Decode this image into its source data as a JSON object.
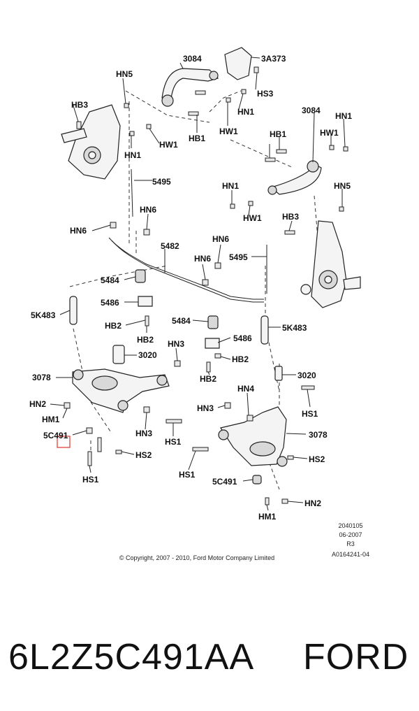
{
  "labels": {
    "p3084a": "3084",
    "p3a373": "3A373",
    "hn5a": "HN5",
    "hs3": "HS3",
    "hb3a": "HB3",
    "hn1a": "HN1",
    "p3084b": "3084",
    "hn1b": "HN1",
    "hw1a": "HW1",
    "hw1b": "HW1",
    "hb1a": "HB1",
    "hn1c": "HN1",
    "hb1b": "HB1",
    "hw1c": "HW1",
    "p5495a": "5495",
    "hn1d": "HN1",
    "hn5b": "HN5",
    "hn6a": "HN6",
    "hw1d": "HW1",
    "hn6b": "HN6",
    "hb3b": "HB3",
    "p5482": "5482",
    "hn6c": "HN6",
    "hn6d": "HN6",
    "p5495b": "5495",
    "p5484a": "5484",
    "p5486a": "5486",
    "p5k483a": "5K483",
    "hb2a": "HB2",
    "p5484b": "5484",
    "p5k483b": "5K483",
    "hb2b": "HB2",
    "p5486b": "5486",
    "hn3a": "HN3",
    "p3020a": "3020",
    "hb2c": "HB2",
    "hb2d": "HB2",
    "p3078a": "3078",
    "p3020b": "3020",
    "hn4": "HN4",
    "hn2a": "HN2",
    "hn3b": "HN3",
    "hm1a": "HM1",
    "hs1a": "HS1",
    "p5c491a": "5C491",
    "hn3c": "HN3",
    "hs1b": "HS1",
    "p3078b": "3078",
    "hs2a": "HS2",
    "hs2b": "HS2",
    "hs1c": "HS1",
    "hs1d": "HS1",
    "p5c491b": "5C491",
    "hn2b": "HN2",
    "hm1b": "HM1"
  },
  "meta": {
    "code": "2040105",
    "date": "06-2007",
    "rev": "R3",
    "ref": "A0164241-04",
    "copyright": "© Copyright, 2007 - 2010, Ford Motor Company Limited"
  },
  "highlight_color": "#e0342c",
  "footer": {
    "part_number": "6L2Z5C491AA",
    "brand": "FORD"
  }
}
